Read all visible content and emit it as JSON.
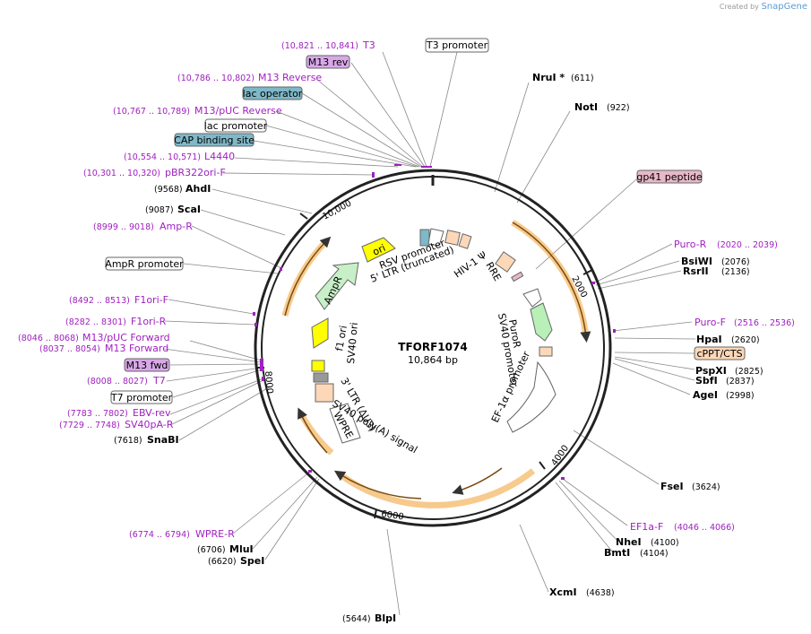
{
  "credit": {
    "prefix": "Created by",
    "brand": "SnapGene"
  },
  "plasmid": {
    "name": "TFORF1074",
    "size": "10,864 bp"
  },
  "tick_labels": [
    "2000",
    "4000",
    "6000",
    "8000",
    "10,000"
  ],
  "feature_labels": [
    "ori",
    "RSV promoter",
    "5' LTR (truncated)",
    "HIV-1 Ψ",
    "RRE",
    "AmpR",
    "f1 ori",
    "SV40 ori",
    "PuroR",
    "SV40 promoter",
    "EF-1α promoter",
    "SV40 poly(A) signal",
    "3' LTR (ΔU3)",
    "WPRE"
  ],
  "boxed_labels": {
    "t3_promoter": "T3 promoter",
    "m13_rev": "M13 rev",
    "lac_operator": "lac operator",
    "lac_promoter": "lac promoter",
    "cap_site": "CAP binding site",
    "gp41": "gp41 peptide",
    "ampr_promoter": "AmpR promoter",
    "m13_fwd": "M13 fwd",
    "t7_promoter": "T7 promoter",
    "cppt": "cPPT/CTS"
  },
  "primers": {
    "T3": {
      "name": "T3",
      "range": "(10,821 .. 10,841)"
    },
    "M13Reverse": {
      "name": "M13 Reverse",
      "range": "(10,786 .. 10,802)"
    },
    "M13pUCReverse": {
      "name": "M13/pUC Reverse",
      "range": "(10,767 .. 10,789)"
    },
    "L4440": {
      "name": "L4440",
      "range": "(10,554 .. 10,571)"
    },
    "pBR322": {
      "name": "pBR322ori-F",
      "range": "(10,301 .. 10,320)"
    },
    "AmpR": {
      "name": "Amp-R",
      "range": "(8999 .. 9018)"
    },
    "F1oriF": {
      "name": "F1ori-F",
      "range": "(8492 .. 8513)"
    },
    "F1oriR": {
      "name": "F1ori-R",
      "range": "(8282 .. 8301)"
    },
    "M13pUCForward": {
      "name": "M13/pUC Forward",
      "range": "(8046 .. 8068)"
    },
    "M13Forward": {
      "name": "M13 Forward",
      "range": "(8037 .. 8054)"
    },
    "T7": {
      "name": "T7",
      "range": "(8008 .. 8027)"
    },
    "EBVrev": {
      "name": "EBV-rev",
      "range": "(7783 .. 7802)"
    },
    "SV40pAR": {
      "name": "SV40pA-R",
      "range": "(7729 .. 7748)"
    },
    "WPRER": {
      "name": "WPRE-R",
      "range": "(6774 .. 6794)"
    },
    "PuroR": {
      "name": "Puro-R",
      "range": "(2020 .. 2039)"
    },
    "PuroF": {
      "name": "Puro-F",
      "range": "(2516 .. 2536)"
    },
    "EF1aF": {
      "name": "EF1a-F",
      "range": "(4046 .. 4066)"
    }
  },
  "enzymes": {
    "NruI": {
      "name": "NruI *",
      "pos": "(611)"
    },
    "NotI": {
      "name": "NotI",
      "pos": "(922)"
    },
    "BsiWI": {
      "name": "BsiWI",
      "pos": "(2076)"
    },
    "RsrII": {
      "name": "RsrII",
      "pos": "(2136)"
    },
    "HpaI": {
      "name": "HpaI",
      "pos": "(2620)"
    },
    "PspXI": {
      "name": "PspXI",
      "pos": "(2825)"
    },
    "SbfI": {
      "name": "SbfI",
      "pos": "(2837)"
    },
    "AgeI": {
      "name": "AgeI",
      "pos": "(2998)"
    },
    "FseI": {
      "name": "FseI",
      "pos": "(3624)"
    },
    "NheI": {
      "name": "NheI",
      "pos": "(4100)"
    },
    "BmtI": {
      "name": "BmtI",
      "pos": "(4104)"
    },
    "XcmI": {
      "name": "XcmI",
      "pos": "(4638)"
    },
    "BlpI": {
      "name": "BlpI",
      "pos": "(5644)"
    },
    "MluI": {
      "name": "MluI",
      "pos": "(6706)"
    },
    "SpeI": {
      "name": "SpeI",
      "pos": "(6620)"
    },
    "SnaBI": {
      "name": "SnaBI",
      "pos": "(7618)"
    },
    "AhdI": {
      "name": "AhdI",
      "pos": "(9568)"
    },
    "ScaI": {
      "name": "ScaI",
      "pos": "(9087)"
    }
  },
  "colors": {
    "backbone": "#222222",
    "primer": "#a020c0",
    "orf_arrow": "#f0a030",
    "lac_box": "#7fb8c8",
    "m13_box": "#d8a8e8",
    "gp41_box": "#e8b8c8",
    "cppt_box": "#fcd8b8",
    "ori_yellow": "#ffff00",
    "ampr_green": "#c8f0c8",
    "puror_green": "#b8f0b8"
  }
}
